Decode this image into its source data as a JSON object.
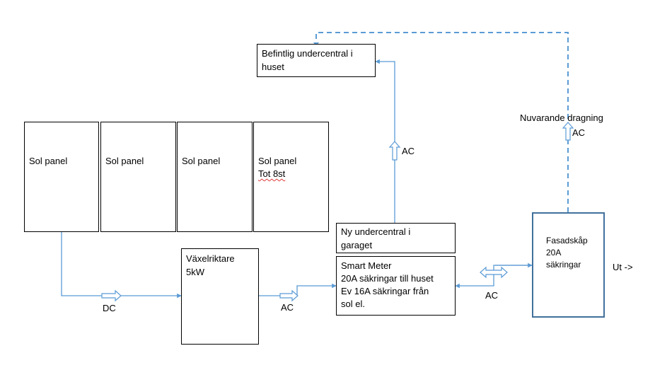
{
  "colors": {
    "wire": "#5b9bd5",
    "box_border": "#000000",
    "cabinet_border": "#41719c"
  },
  "boxes": {
    "existing_subpanel": {
      "lines": [
        "Befintlig undercentral i",
        "huset"
      ]
    },
    "solar_panels": [
      {
        "lines": [
          "Sol panel"
        ]
      },
      {
        "lines": [
          "Sol panel"
        ]
      },
      {
        "lines": [
          "Sol panel"
        ]
      },
      {
        "lines": [
          "Sol panel",
          "Tot 8st"
        ]
      }
    ],
    "inverter": {
      "lines": [
        "Växelriktare",
        "5kW"
      ]
    },
    "new_subpanel": {
      "lines": [
        "Ny undercentral i",
        "garaget"
      ]
    },
    "smart_meter": {
      "lines": [
        "Smart Meter",
        "20A säkringar till huset",
        "Ev 16A säkringar från",
        "sol el."
      ]
    },
    "facade_cabinet": {
      "lines": [
        "Fasadskåp",
        "20A",
        "säkringar"
      ]
    }
  },
  "labels": {
    "dc": "DC",
    "ac_inverter": "AC",
    "ac_up": "AC",
    "ac_bidirectional": "AC",
    "current_routing": "Nuvarande dragning",
    "ac_current": "AC",
    "out": "Ut ->"
  }
}
